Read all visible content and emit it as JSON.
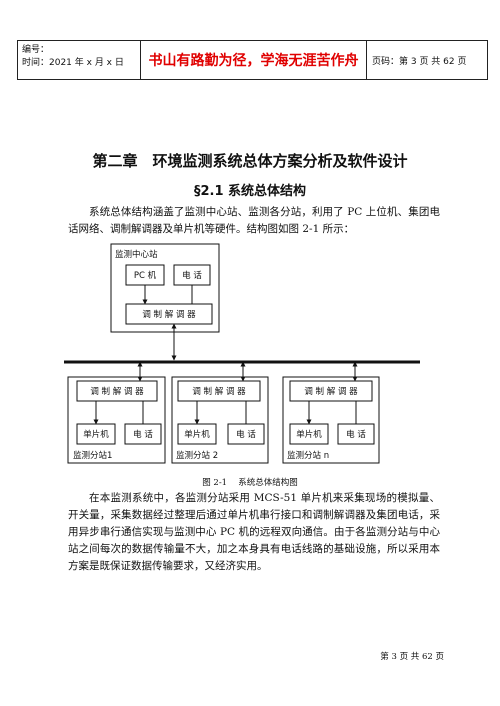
{
  "header": {
    "number_label": "编号：",
    "time_label": "时间：2021 年 x 月 x 日",
    "slogan": "书山有路勤为径，学海无涯苦作舟",
    "page_info": "页码：第 3 页  共 62 页"
  },
  "chapter_title": "第二章　环境监测系统总体方案分析及软件设计",
  "section_title": "§2.1  系统总体结构",
  "paragraph1": "系统总体结构涵盖了监测中心站、监测各分站，利用了 PC 上位机、集团电话网络、调制解调器及单片机等硬件。结构图如图 2-1 所示：",
  "diagram": {
    "center_station": "监测中心站",
    "pc": "PC  机",
    "phone": "电  话",
    "modem": "调 制 解 调 器",
    "substations": [
      {
        "modem": "调 制 解 调 器",
        "mcu": "单片机",
        "phone": "电  话",
        "label": "监测分站1"
      },
      {
        "modem": "调 制 解 调 器",
        "mcu": "单片机",
        "phone": "电  话",
        "label": "监测分站 2"
      },
      {
        "modem": "调 制 解 调 器",
        "mcu": "单片机",
        "phone": "电  话",
        "label": "监测分站  n"
      }
    ]
  },
  "caption": "图 2-1　 系统总体结构图",
  "paragraph2": "在本监测系统中，各监测分站采用 MCS-51 单片机来采集现场的模拟量、开关量，采集数据经过整理后通过单片机串行接口和调制解调器及集团电话，采用异步串行通信实现与监测中心 PC 机的远程双向通信。由于各监测分站与中心站之间每次的数据传输量不大，加之本身具有电话线路的基础设施，所以采用本方案是既保证数据传输要求，又经济实用。",
  "footer": "第 3 页  共 62 页"
}
